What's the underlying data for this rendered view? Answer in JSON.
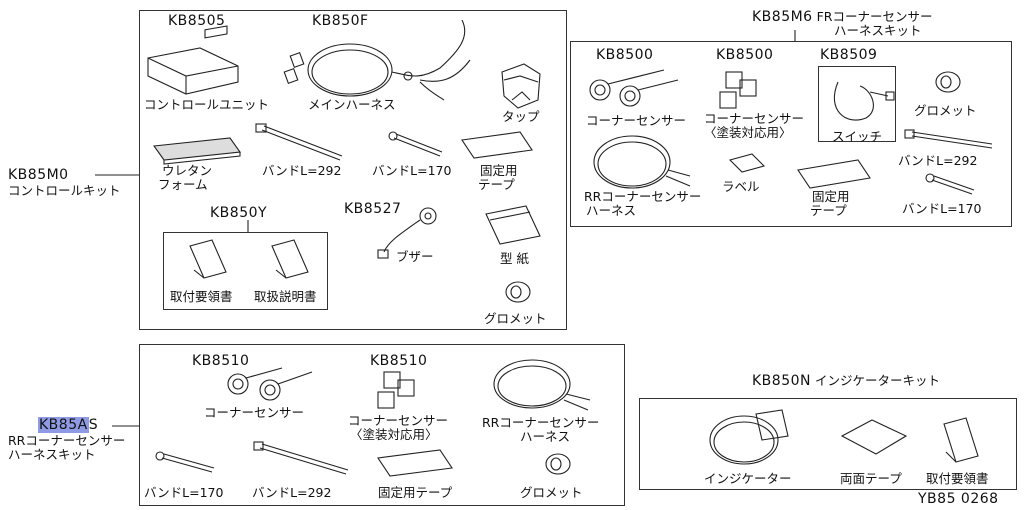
{
  "control_kit": {
    "code": "KB85M0",
    "name": "コントロールキット",
    "controller": {
      "code": "KB8505",
      "name": "コントロールユニット"
    },
    "main_harness": {
      "code": "KB850F",
      "name": "メインハーネス"
    },
    "tap": "タップ",
    "foam": [
      "ウレタン",
      "フォーム"
    ],
    "band_292": "バンドL=292",
    "band_170": "バンドL=170",
    "fix_tape": [
      "固定用",
      "テープ"
    ],
    "docs": {
      "code": "KB850Y",
      "manual": "取付要領書",
      "instructions": "取扱説明書"
    },
    "buzzer": {
      "code": "KB8527",
      "name": "ブザー"
    },
    "template": "型 紙",
    "grommet": "グロメット"
  },
  "fr_kit": {
    "code": "KB85M6",
    "name": [
      "FRコーナーセンサー",
      "ハーネスキット"
    ],
    "sensor": {
      "code": "KB8500",
      "name": "コーナーセンサー"
    },
    "sensor_paint": {
      "code": "KB8500",
      "name": [
        "コーナーセンサー",
        "〈塗装対応用〉"
      ]
    },
    "switch": {
      "code": "KB8509",
      "name": "スイッチ"
    },
    "grommet": "グロメット",
    "band_292": "バンドL=292",
    "rr_harness": [
      "RRコーナーセンサー",
      "ハーネス"
    ],
    "label": "ラベル",
    "fix_tape": [
      "固定用",
      "テープ"
    ],
    "band_170": "バンドL=170"
  },
  "rr_kit": {
    "code_hl": "KB85A",
    "code_rest": "S",
    "name": [
      "RRコーナーセンサー",
      "ハーネスキット"
    ],
    "sensor": {
      "code": "KB8510",
      "name": "コーナーセンサー"
    },
    "sensor_paint": {
      "code": "KB8510",
      "name": [
        "コーナーセンサー",
        "〈塗装対応用〉"
      ]
    },
    "rr_harness": [
      "RRコーナーセンサー",
      "ハーネス"
    ],
    "band_170": "バンドL=170",
    "band_292": "バンドL=292",
    "fix_tape": "固定用テープ",
    "grommet": "グロメット"
  },
  "indicator_kit": {
    "code": "KB850N",
    "name": "インジケーターキット",
    "indicator": "インジケーター",
    "double_tape": "両面テープ",
    "manual": "取付要領書"
  },
  "figure_id": "YB85 0268",
  "colors": {
    "line": "#333333",
    "highlight": "#8f9ae4"
  }
}
